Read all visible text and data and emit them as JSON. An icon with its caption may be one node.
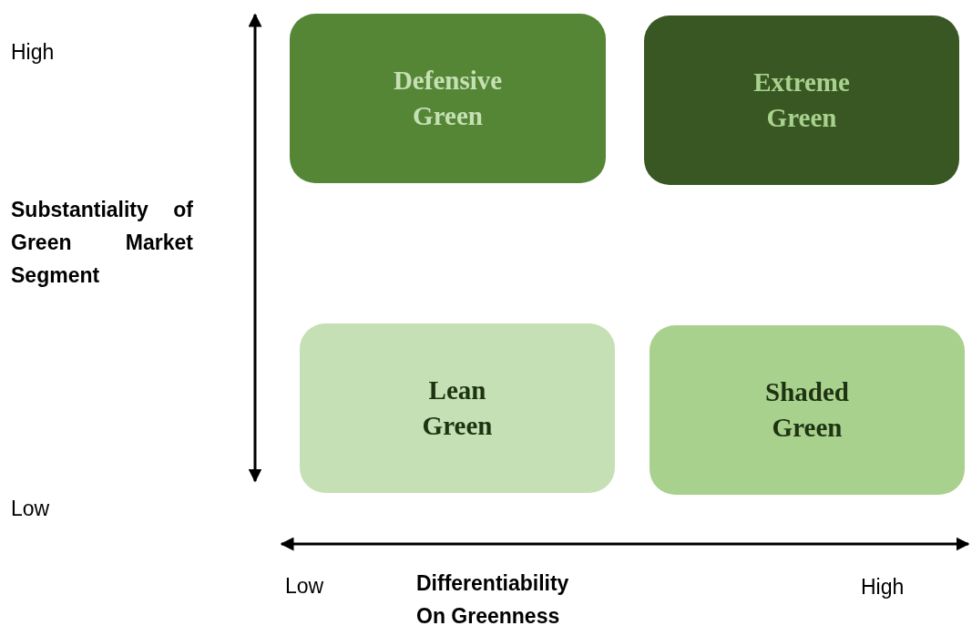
{
  "diagram": {
    "nodes": [
      {
        "text": [
          "Defensive Green"
        ]
      },
      {
        "text": [
          "Extreme Green"
        ]
      },
      {
        "text": [
          "Lean Green"
        ]
      },
      {
        "text": [
          "Shaded Green"
        ]
      }
    ],
    "labels": [
      "High",
      "Substantiality of Green Market Segment",
      "Low",
      "Low",
      "Differentiability On Greenness",
      "High"
    ]
  }
}
